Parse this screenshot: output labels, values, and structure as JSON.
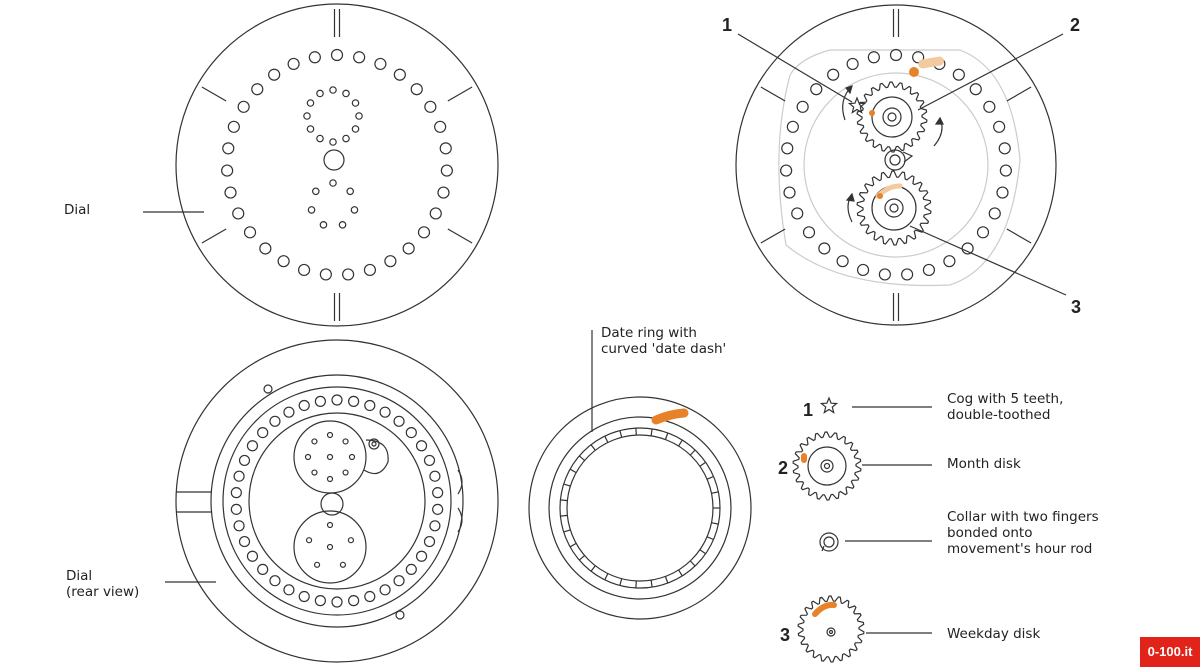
{
  "labels": {
    "dial": "Dial",
    "dial_rear": "Dial\n(rear view)",
    "date_ring": "Date ring with\ncurved 'date dash'",
    "cog": "Cog with 5 teeth,\ndouble-toothed",
    "month_disk": "Month disk",
    "collar": "Collar with two fingers\nbonded onto\nmovement's hour rod",
    "weekday_disk": "Weekday disk"
  },
  "callouts": {
    "one": "1",
    "two": "2",
    "three": "3"
  },
  "legend_numbers": {
    "one": "1",
    "two": "2",
    "three": "3"
  },
  "watermark": "0-100.it",
  "colors": {
    "accent": "#e8822a",
    "accent_light": "#f3c9a0",
    "line": "#333333",
    "watermark": "#e2231a"
  },
  "icons": [
    "star-cog-icon",
    "gear-disk-icon",
    "collar-ring-icon"
  ]
}
